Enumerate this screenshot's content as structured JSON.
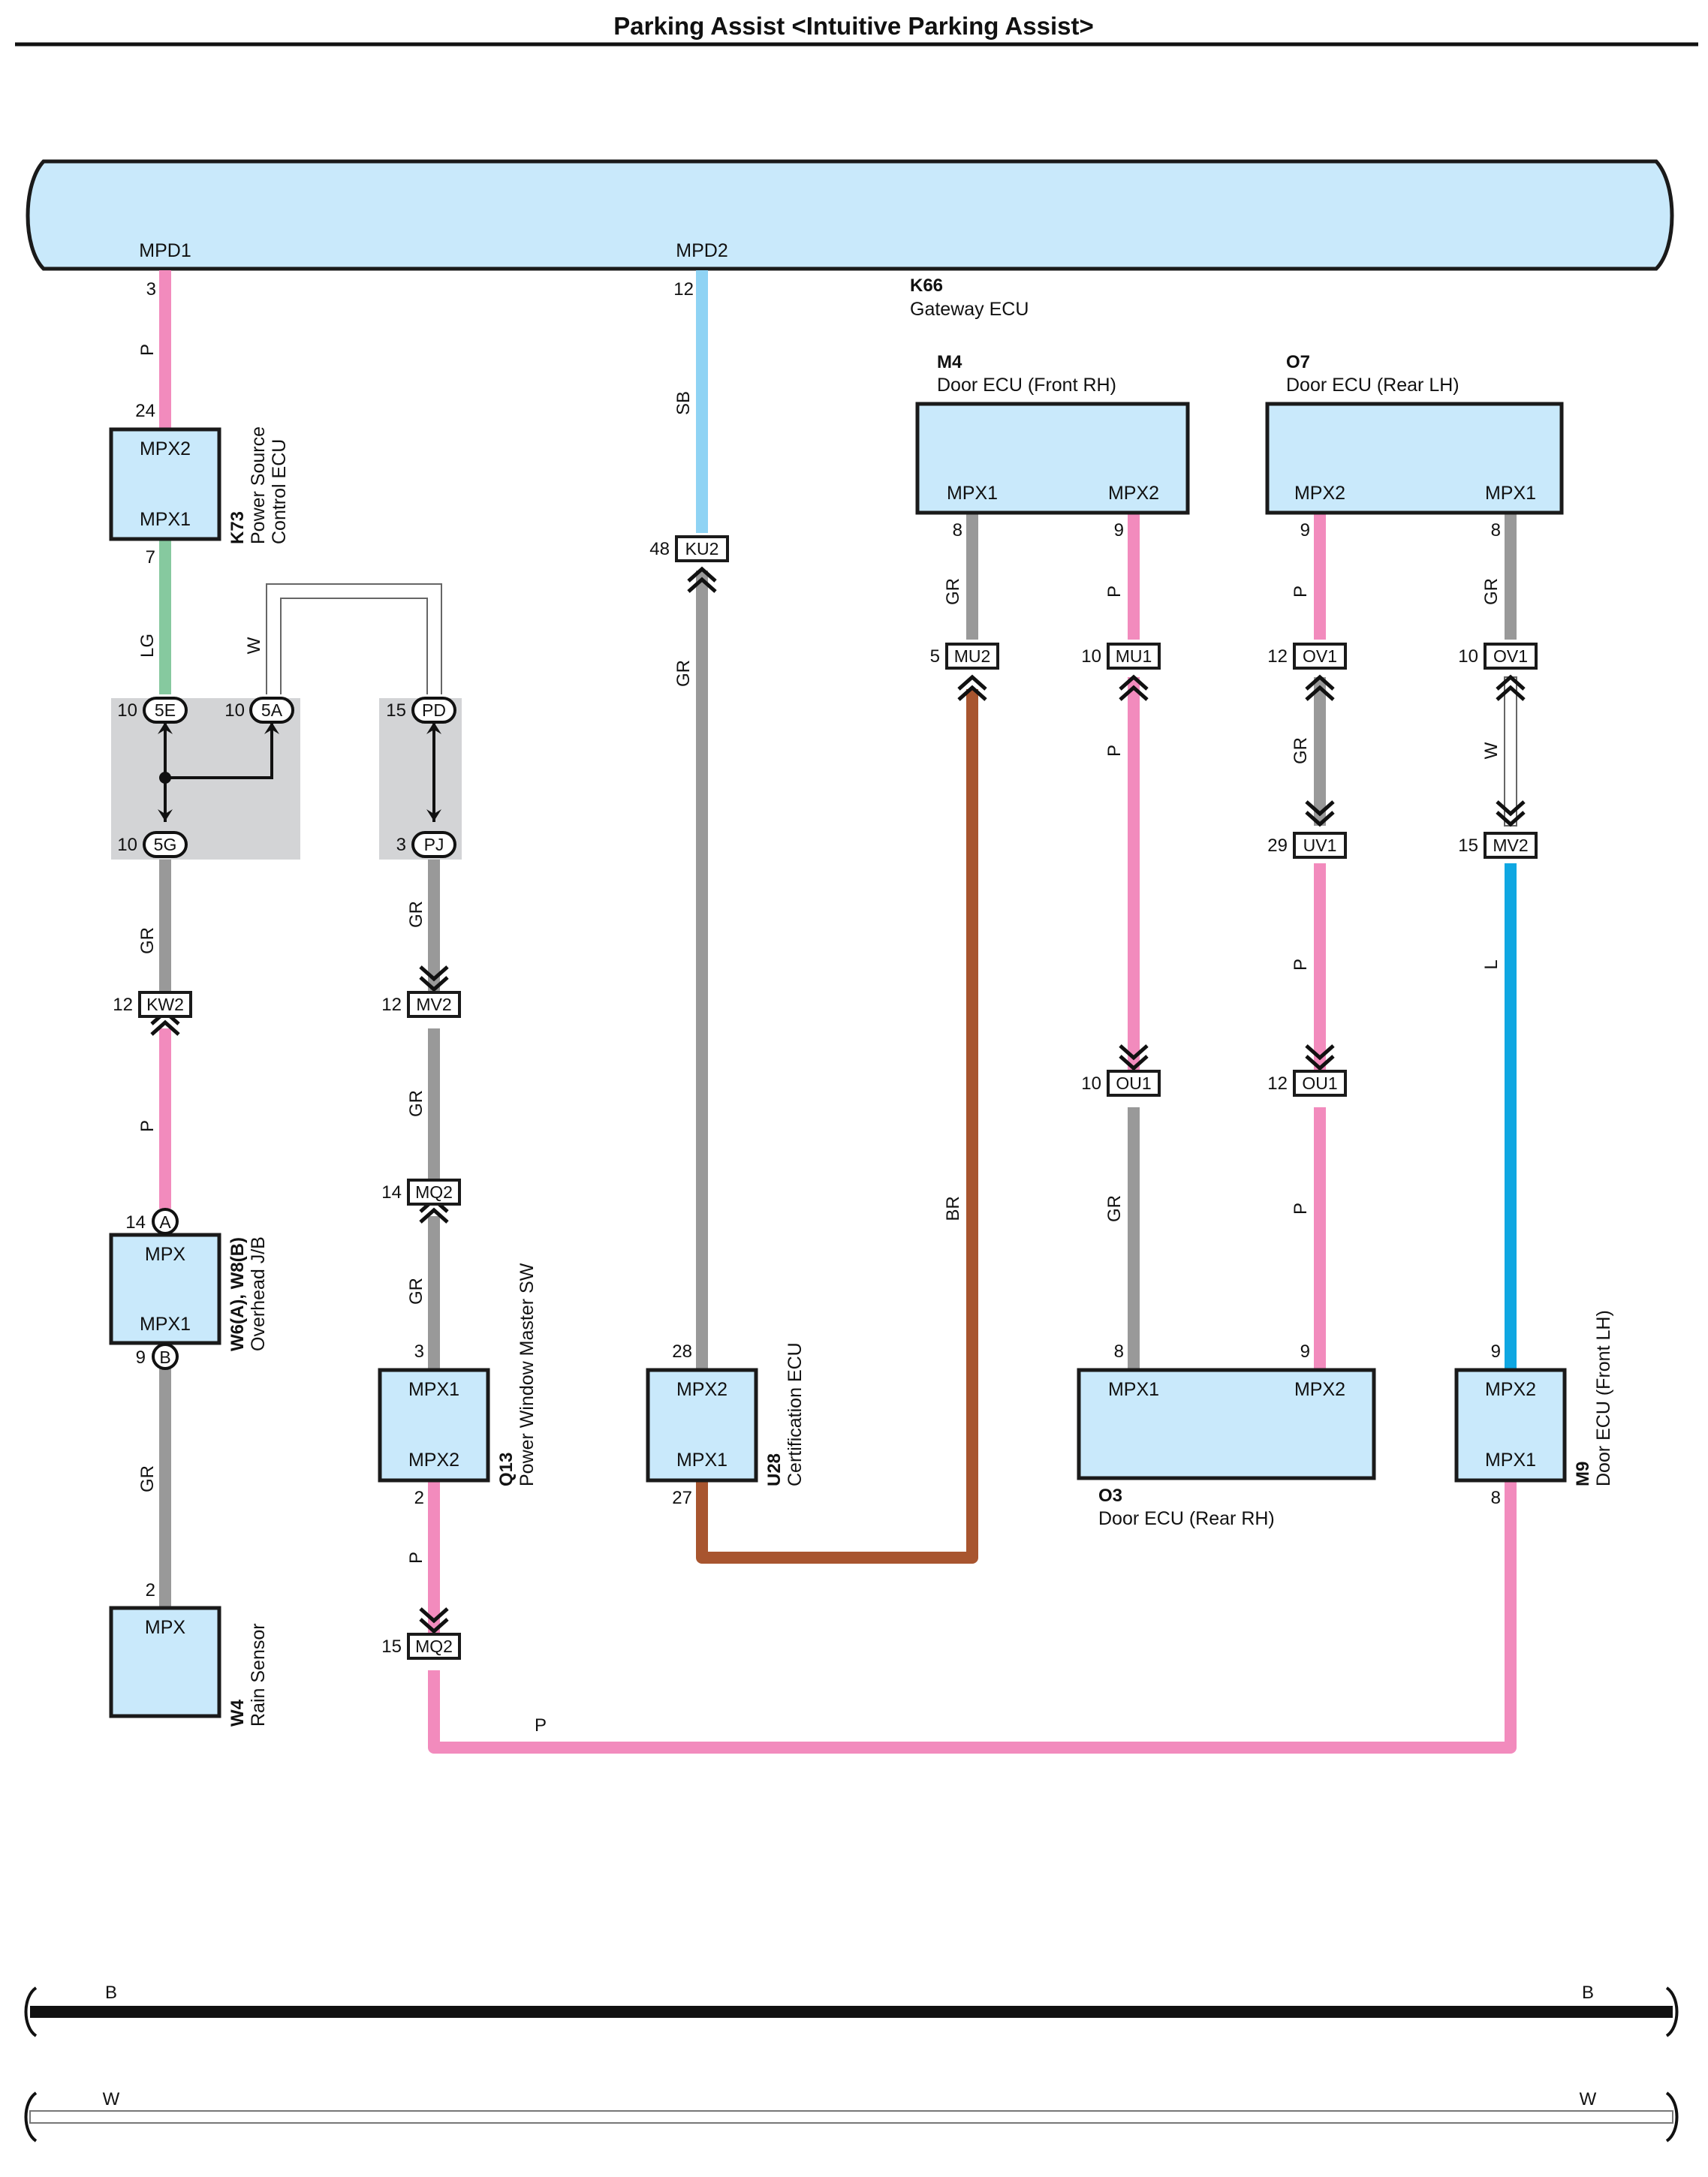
{
  "title": "Parking Assist <Intuitive Parking Assist>",
  "colors": {
    "P": "#f28bbd",
    "GR": "#999999",
    "LG": "#86c99f",
    "SB": "#8fd3f4",
    "BR": "#a8552f",
    "L": "#0fa7e2",
    "W": "#ffffff",
    "B": "#111111",
    "ecu_fill": "#c9e9fb",
    "jb_fill": "#d3d4d6"
  },
  "bus": {
    "left_label": "MPD1",
    "right_label": "MPD2",
    "left_pin": "3",
    "right_pin": "12"
  },
  "components": {
    "gateway": {
      "code": "K66",
      "name": "Gateway ECU"
    },
    "power_source": {
      "code": "K73",
      "name_line1": "Power Source",
      "name_line2": "Control ECU",
      "top": "MPX2",
      "bottom": "MPX1",
      "top_pin": "24",
      "bottom_pin": "7"
    },
    "overhead_jb": {
      "code": "W6(A), W8(B)",
      "name": "Overhead J/B",
      "top": "MPX",
      "bottom": "MPX1",
      "top_pin": "14",
      "bottom_pin": "9",
      "top_letter": "A",
      "bottom_letter": "B"
    },
    "rain_sensor": {
      "code": "W4",
      "name": "Rain Sensor",
      "top": "MPX",
      "top_pin": "2"
    },
    "pw_master": {
      "code": "Q13",
      "name": "Power Window Master SW",
      "top": "MPX1",
      "bottom": "MPX2",
      "top_pin": "3",
      "bottom_pin": "2"
    },
    "certification": {
      "code": "U28",
      "name": "Certification ECU",
      "top": "MPX2",
      "bottom": "MPX1",
      "top_pin": "28",
      "bottom_pin": "27"
    },
    "door_front_rh": {
      "code": "M4",
      "name": "Door ECU (Front RH)",
      "left": "MPX1",
      "right": "MPX2",
      "left_pin": "8",
      "right_pin": "9"
    },
    "door_rear_lh": {
      "code": "O7",
      "name": "Door ECU (Rear LH)",
      "left": "MPX2",
      "right": "MPX1",
      "left_pin": "9",
      "right_pin": "8"
    },
    "door_rear_rh": {
      "code": "O3",
      "name": "Door ECU (Rear RH)",
      "left": "MPX1",
      "right": "MPX2",
      "left_pin": "8",
      "right_pin": "9"
    },
    "door_front_lh": {
      "code": "M9",
      "name": "Door ECU (Front LH)",
      "top": "MPX2",
      "bottom": "MPX1",
      "top_pin": "9",
      "bottom_pin": "8"
    }
  },
  "connectors": {
    "5E": {
      "label": "5E",
      "pin": "10"
    },
    "5A": {
      "label": "5A",
      "pin": "10"
    },
    "5G": {
      "label": "5G",
      "pin": "10"
    },
    "PD": {
      "label": "PD",
      "pin": "15"
    },
    "PJ": {
      "label": "PJ",
      "pin": "3"
    },
    "KW2": {
      "label": "KW2",
      "pin": "12"
    },
    "MV2a": {
      "label": "MV2",
      "pin": "12"
    },
    "MQ2a": {
      "label": "MQ2",
      "pin": "14"
    },
    "MQ2b": {
      "label": "MQ2",
      "pin": "15"
    },
    "KU2": {
      "label": "KU2",
      "pin": "48"
    },
    "MU2": {
      "label": "MU2",
      "pin": "5"
    },
    "MU1": {
      "label": "MU1",
      "pin": "10"
    },
    "OU1a": {
      "label": "OU1",
      "pin": "10"
    },
    "OV1a": {
      "label": "OV1",
      "pin": "12"
    },
    "UV1": {
      "label": "UV1",
      "pin": "29"
    },
    "OU1b": {
      "label": "OU1",
      "pin": "12"
    },
    "OV1b": {
      "label": "OV1",
      "pin": "10"
    },
    "MV2b": {
      "label": "MV2",
      "pin": "15"
    }
  },
  "wire_labels": {
    "w1": "P",
    "w2": "LG",
    "w3": "W",
    "w4": "GR",
    "w5": "P",
    "w6": "GR",
    "w7": "GR",
    "w8": "GR",
    "w9": "GR",
    "w10": "P",
    "w11": "P",
    "w12": "SB",
    "w13": "GR",
    "w14": "GR",
    "w15": "BR",
    "w16": "P",
    "w17": "P",
    "w18": "GR",
    "w19": "P",
    "w20": "GR",
    "w21": "P",
    "w22": "P",
    "w23": "GR",
    "w24": "W",
    "w25": "L"
  },
  "legend": {
    "b_left": "B",
    "b_right": "B",
    "w_left": "W",
    "w_right": "W"
  }
}
